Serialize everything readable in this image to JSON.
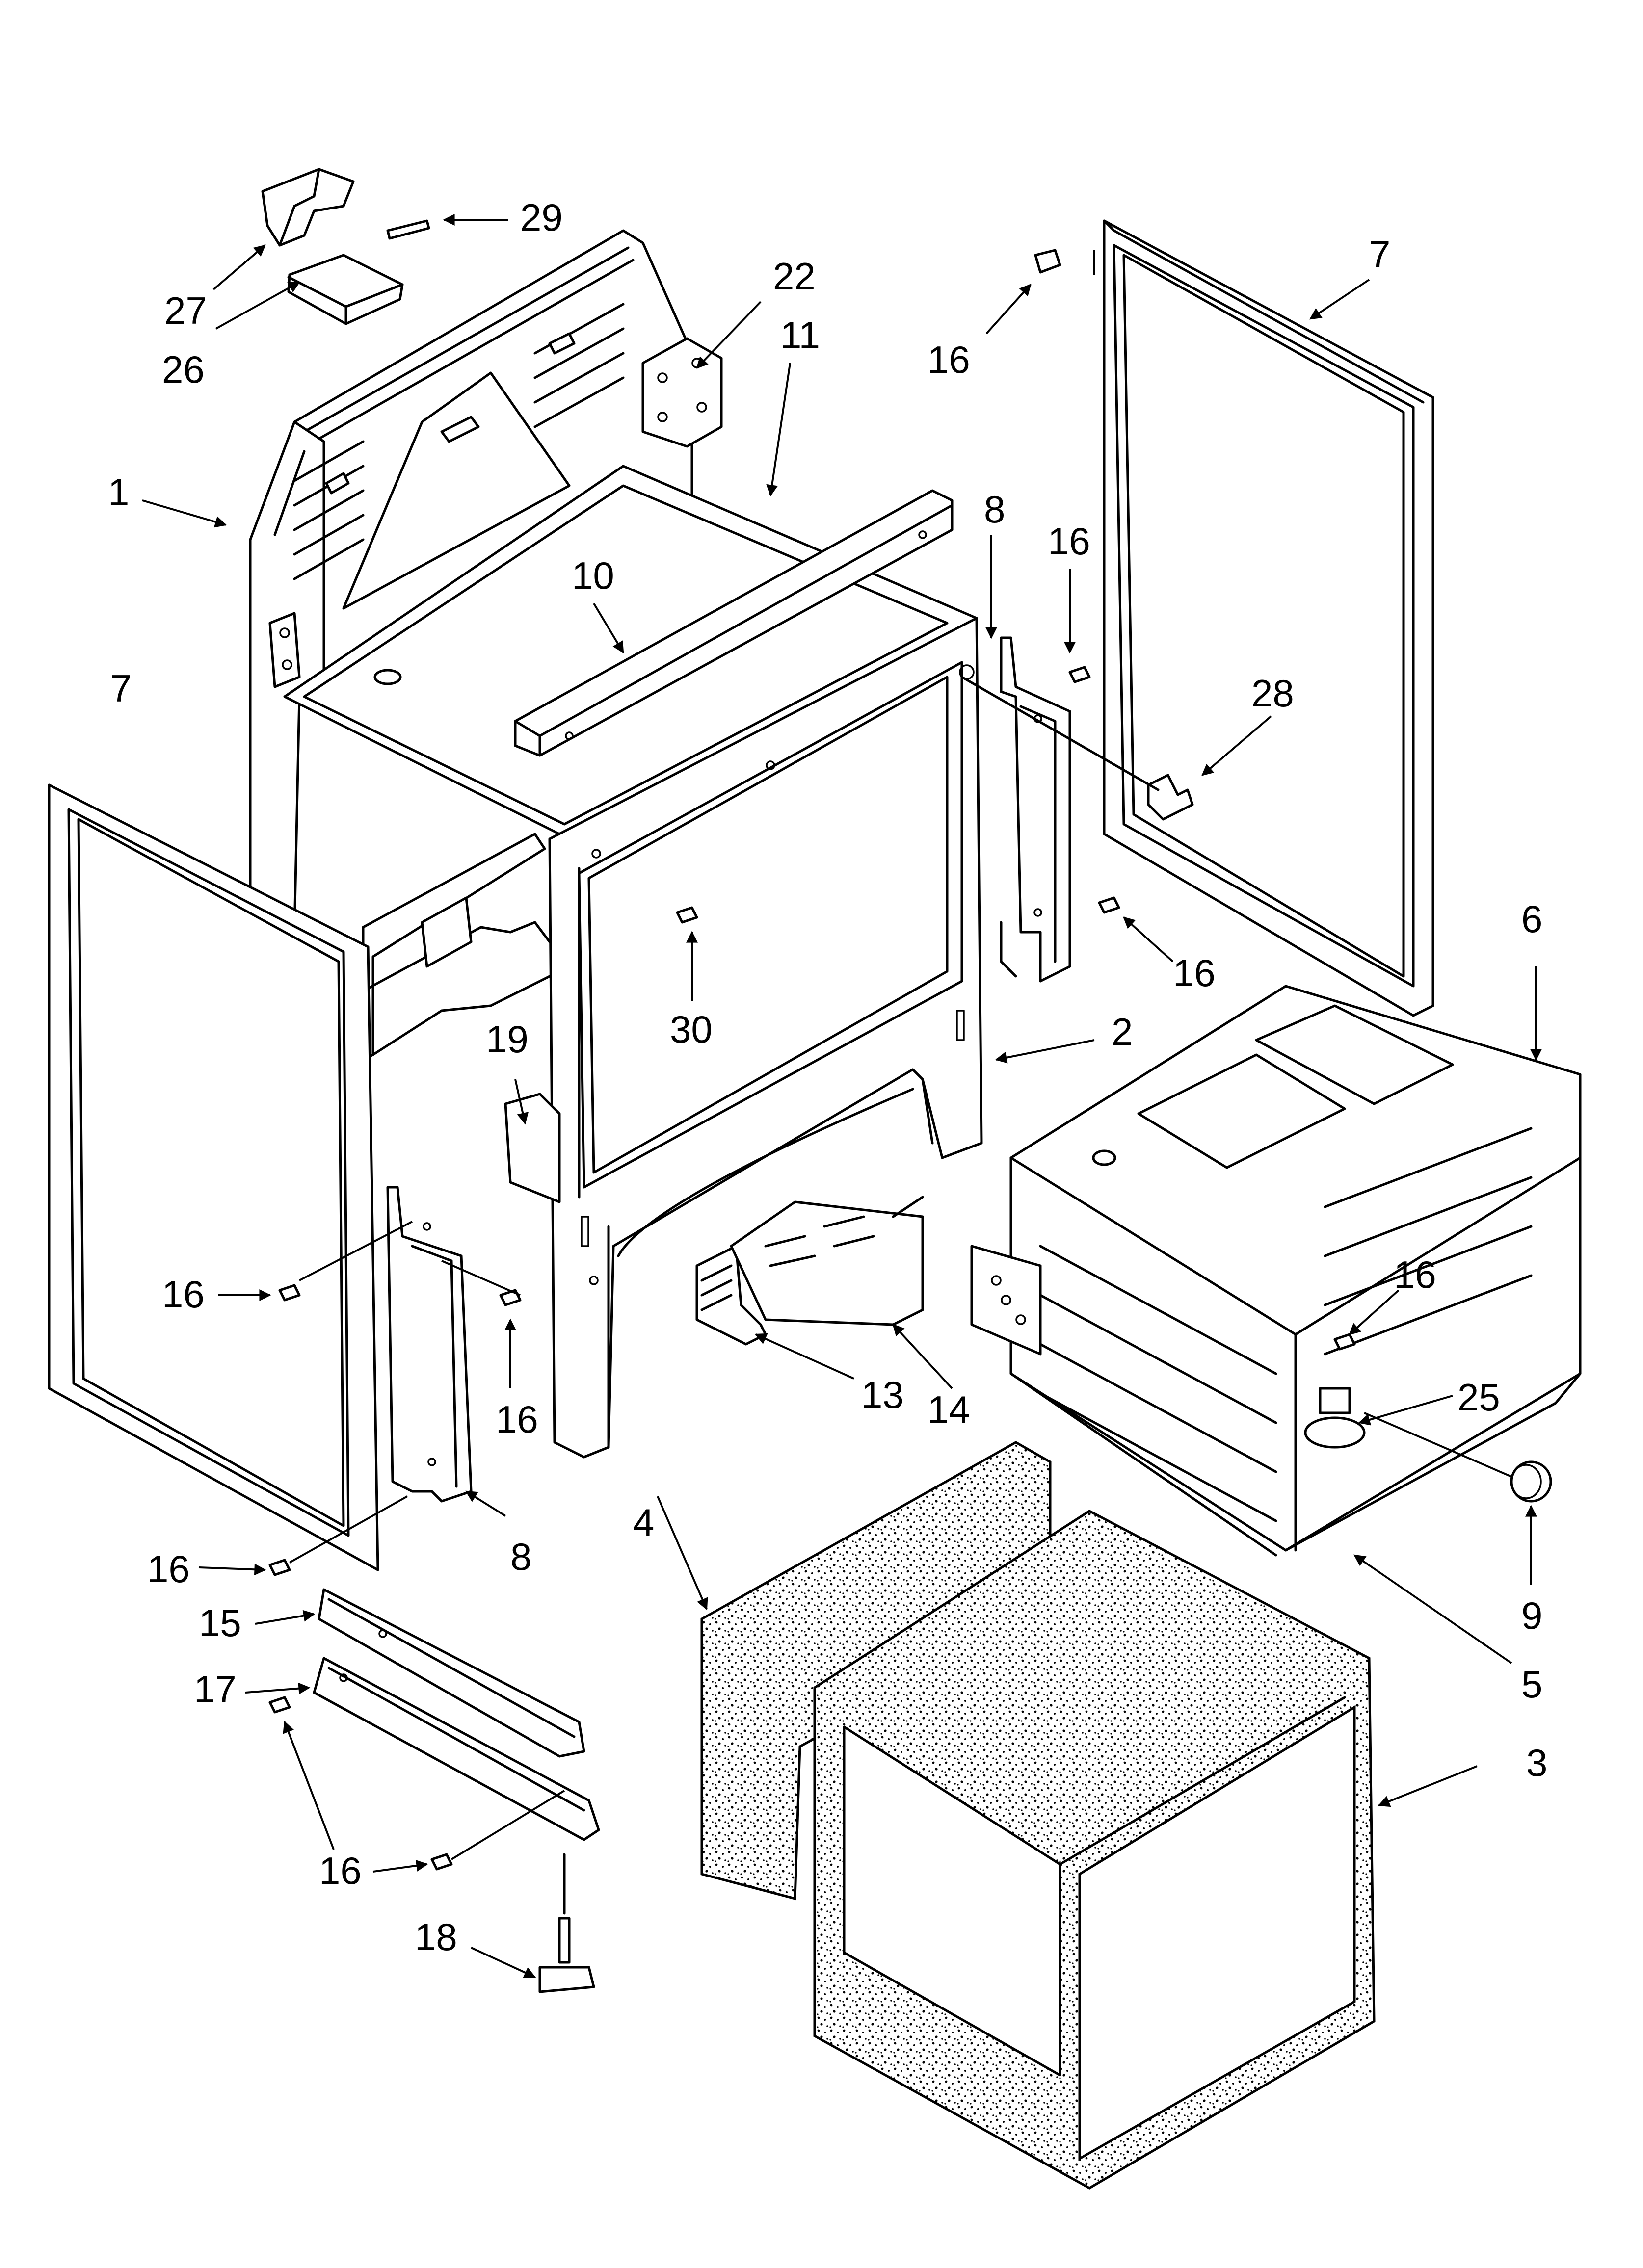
{
  "diagram": {
    "callouts": [
      "29",
      "27",
      "26",
      "22",
      "11",
      "1",
      "10",
      "8",
      "16",
      "7",
      "28",
      "30",
      "19",
      "2",
      "6",
      "13",
      "14",
      "25",
      "9",
      "5",
      "4",
      "15",
      "17",
      "18",
      "3"
    ]
  }
}
